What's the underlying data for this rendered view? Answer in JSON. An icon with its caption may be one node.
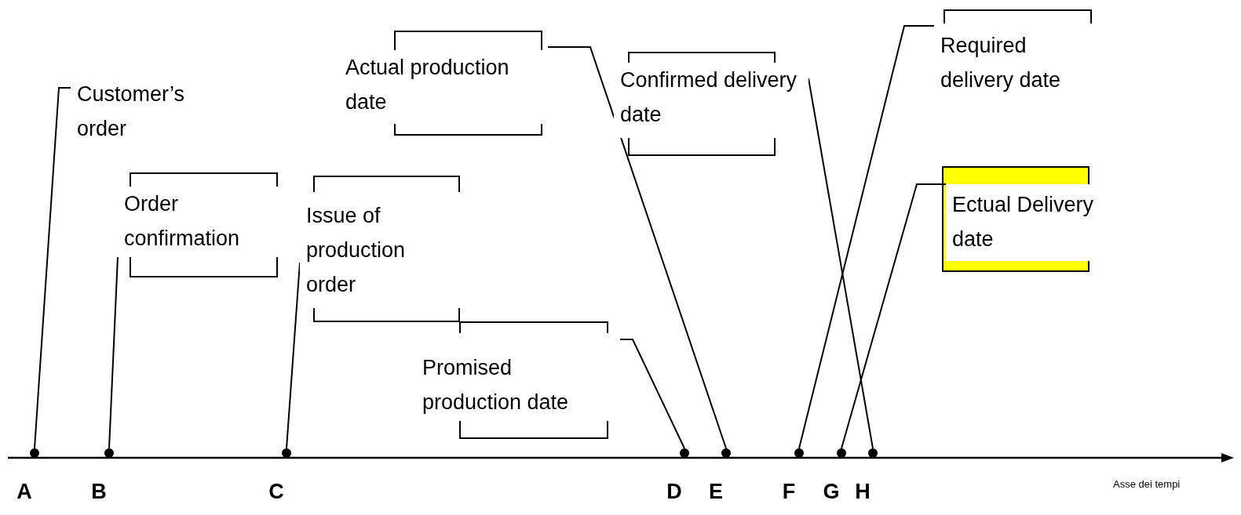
{
  "diagram": {
    "nodes": [
      {
        "text": [
          "Customer’s order"
        ]
      },
      {
        "text": [
          "Order confirmation"
        ]
      },
      {
        "text": [
          "Issue of production order"
        ]
      },
      {
        "text": [
          "Actual production date"
        ]
      },
      {
        "text": [
          "Confirmed delivery date"
        ]
      },
      {
        "text": [
          "Promised production date"
        ]
      },
      {
        "text": [
          "Required delivery date"
        ]
      },
      {
        "text": [
          "Ectual Delivery date"
        ]
      },
      {
        "text": [],
        "shape": "circle",
        "beside": [
          "A"
        ]
      },
      {
        "text": [],
        "shape": "circle",
        "beside": [
          "B"
        ]
      },
      {
        "text": [],
        "shape": "circle",
        "beside": [
          "C"
        ]
      },
      {
        "text": [],
        "shape": "circle",
        "beside": [
          "D"
        ]
      },
      {
        "text": [],
        "shape": "circle",
        "beside": [
          "E"
        ]
      },
      {
        "text": [],
        "shape": "circle",
        "beside": [
          "F"
        ]
      },
      {
        "text": [],
        "shape": "circle",
        "beside": [
          "G"
        ]
      },
      {
        "text": [],
        "shape": "circle",
        "beside": [
          "H"
        ]
      }
    ],
    "edges": [
      {
        "from": 0,
        "to": 8,
        "arrow": "none"
      },
      {
        "from": 1,
        "to": 9,
        "arrow": "none"
      },
      {
        "from": 2,
        "to": 10,
        "arrow": "none"
      },
      {
        "from": 3,
        "to": 12,
        "arrow": "none"
      },
      {
        "from": 4,
        "to": 15,
        "arrow": "none"
      },
      {
        "from": 5,
        "to": 11,
        "arrow": "none"
      },
      {
        "from": 6,
        "to": 13,
        "arrow": "none"
      },
      {
        "from": 7,
        "to": 14,
        "arrow": "none"
      }
    ],
    "labels": [
      "Asse dei tempi"
    ]
  }
}
